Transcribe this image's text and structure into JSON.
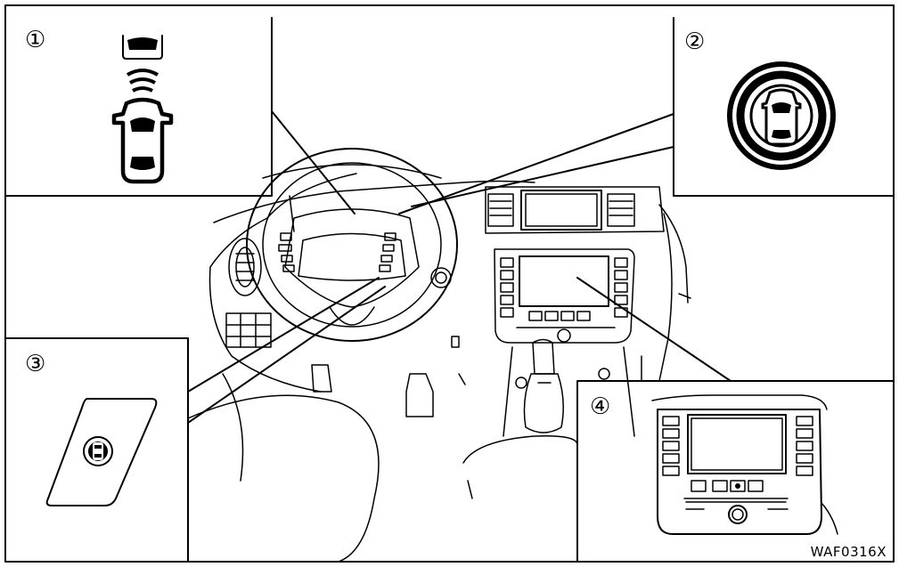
{
  "callouts": [
    {
      "id": "1",
      "label": "①",
      "icon": "front-sensor-car-icon"
    },
    {
      "id": "2",
      "label": "②",
      "icon": "sonar-switch-icon"
    },
    {
      "id": "3",
      "label": "③",
      "icon": "switch-panel-icon"
    },
    {
      "id": "4",
      "label": "④",
      "icon": "center-display-icon"
    }
  ],
  "figure_code": "WAF0316X",
  "colors": {
    "line": "#000000",
    "background": "#ffffff"
  }
}
